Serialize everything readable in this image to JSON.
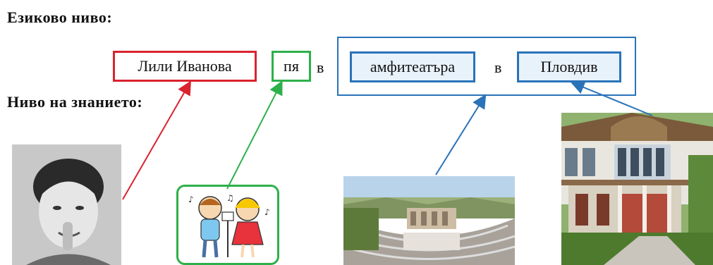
{
  "headings": {
    "language_level": "Езиково ниво:",
    "knowledge_level": "Ниво на знанието:"
  },
  "sentence": {
    "subject": "Лили Иванова",
    "verb": "пя",
    "prep1": "в",
    "place": "амфитеатъра",
    "prep2": "в",
    "city": "Пловдив"
  },
  "colors": {
    "red": "#d9232e",
    "green": "#2db04a",
    "blue": "#2a73b9"
  },
  "images": {
    "portrait": "woman-portrait-photo",
    "children": "singing-children-cartoon",
    "amphitheatre": "amphitheatre-photo",
    "house": "plovdiv-house-photo"
  }
}
